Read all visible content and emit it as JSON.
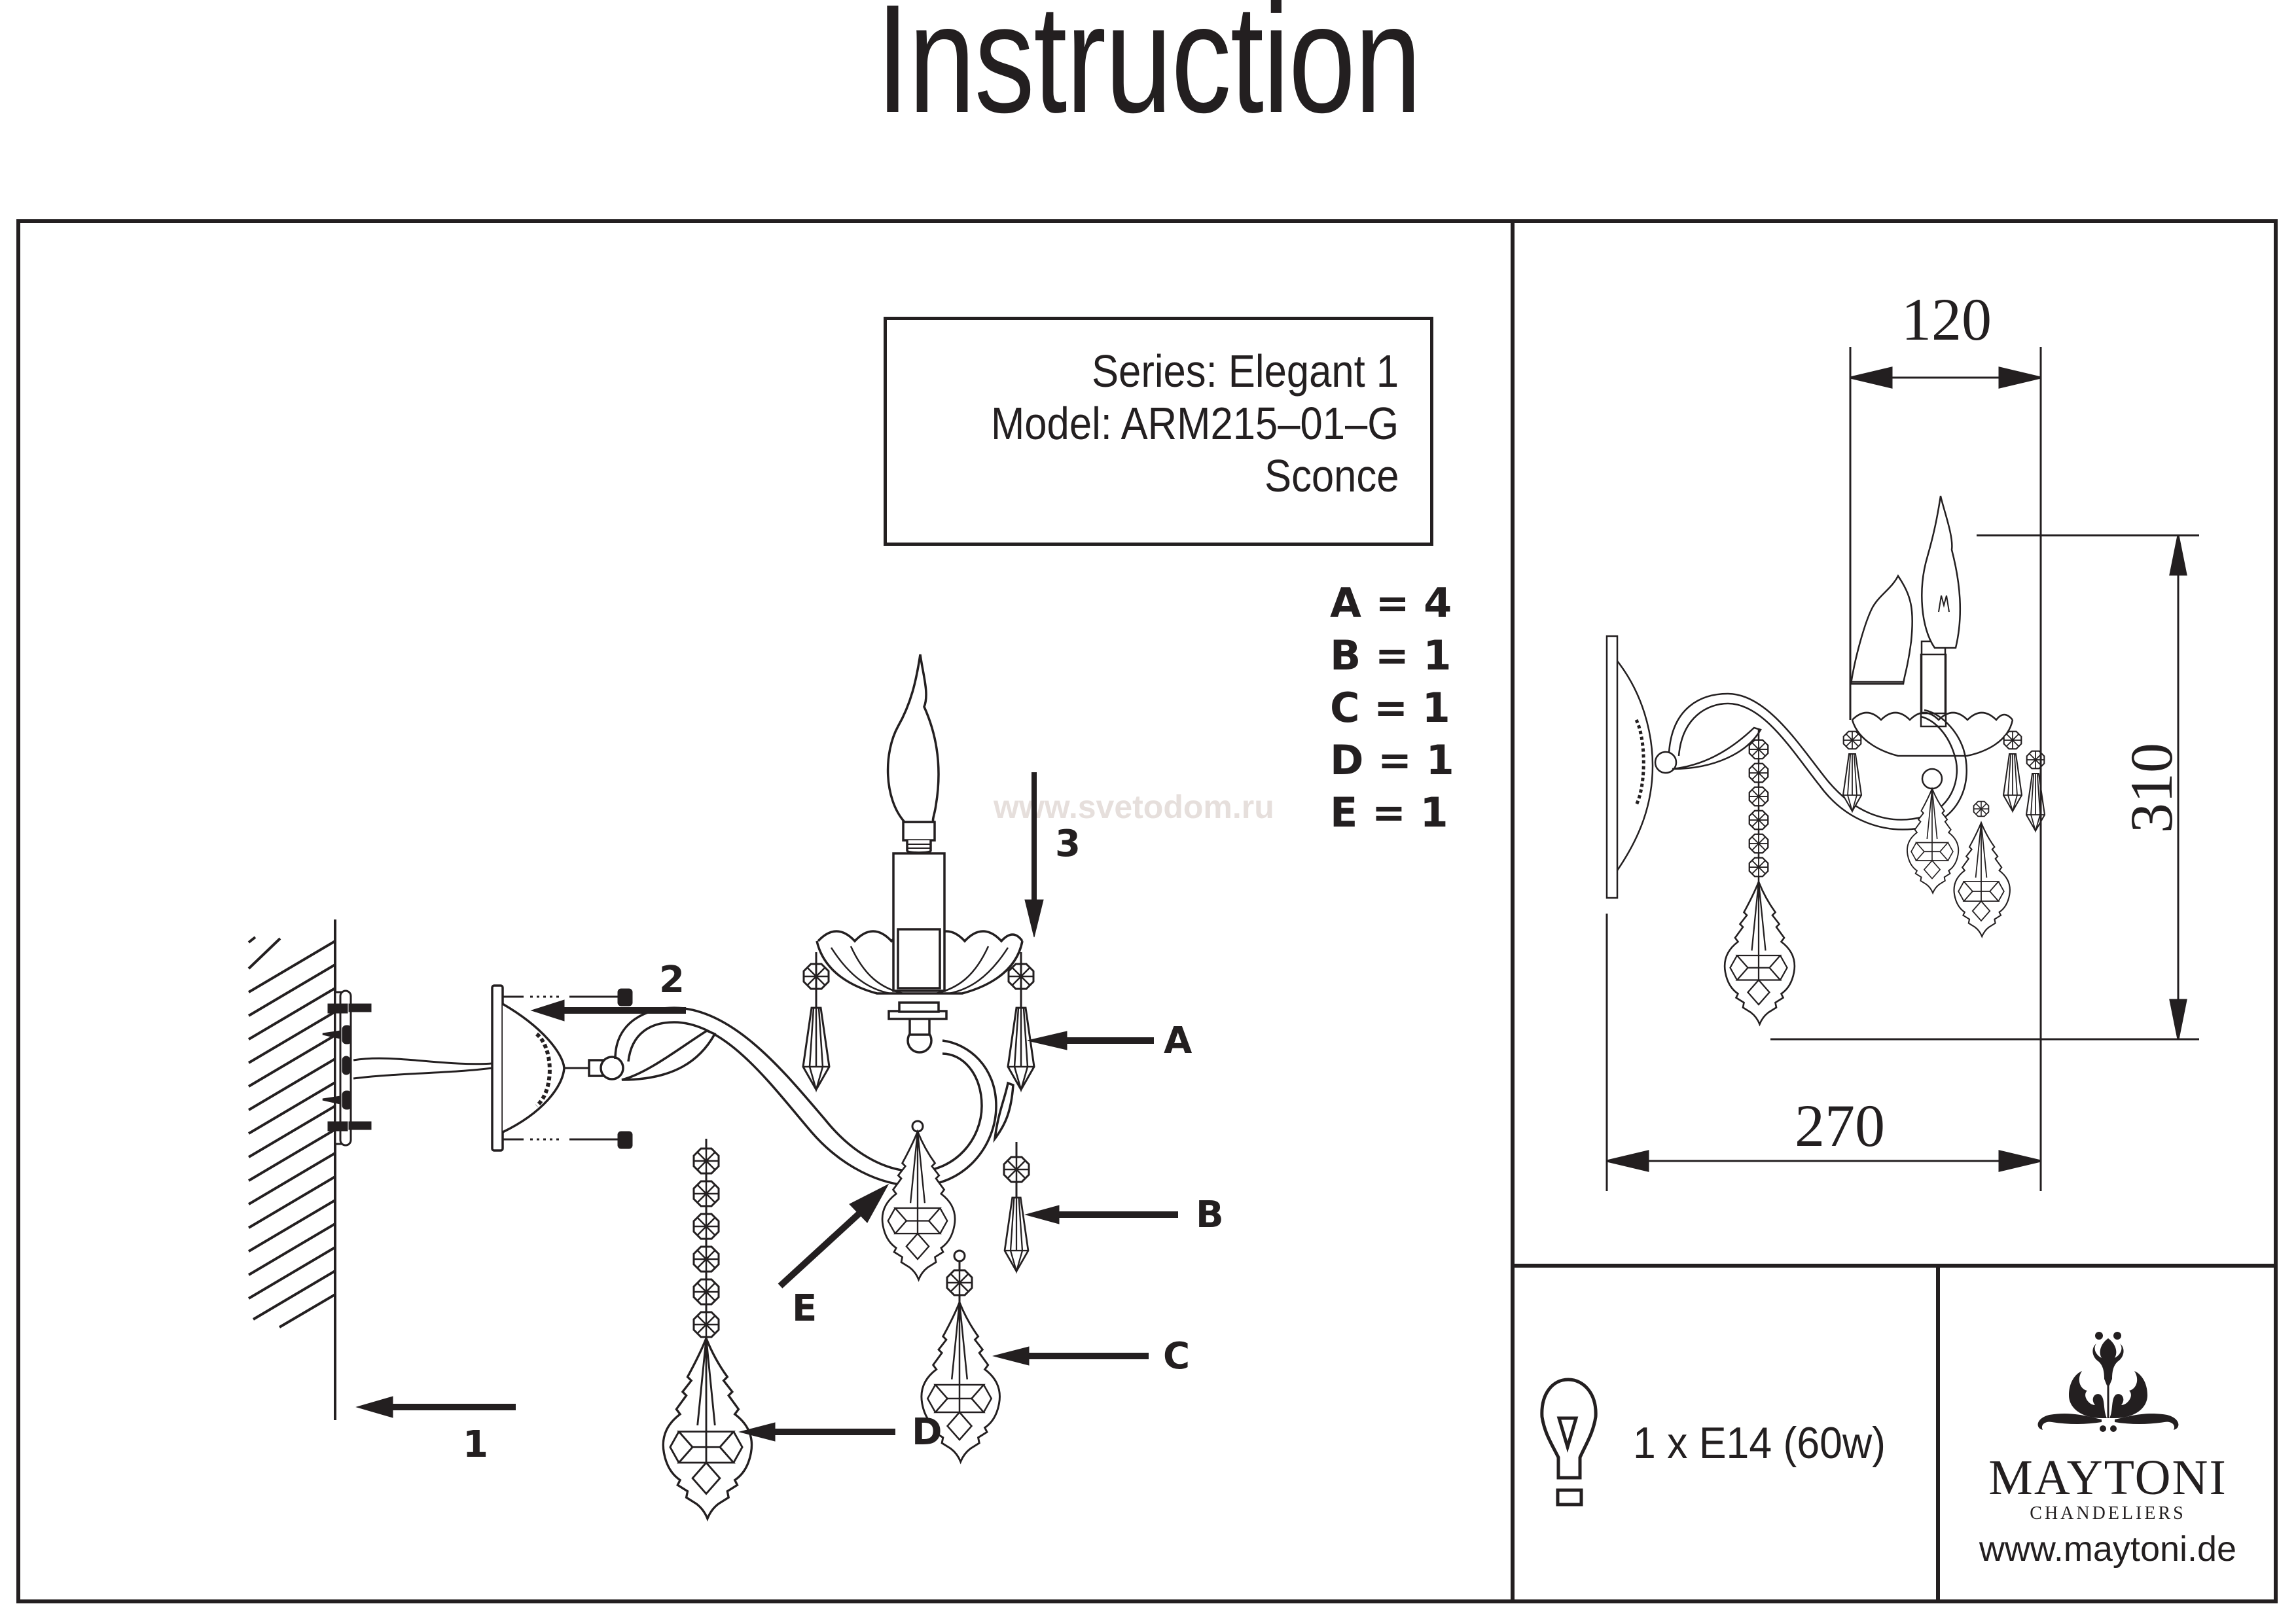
{
  "title": "Instruction",
  "watermark": "www.svetodom.ru",
  "product_info": {
    "series": "Series: Elegant 1",
    "model": "Model: ARM215–01–G",
    "type": "Sconce"
  },
  "parts_list": [
    {
      "part": "A",
      "text": "A = 4"
    },
    {
      "part": "B",
      "text": "B = 1"
    },
    {
      "part": "C",
      "text": "C = 1"
    },
    {
      "part": "D",
      "text": "D = 1"
    },
    {
      "part": "E",
      "text": "E = 1"
    }
  ],
  "assembly_steps": [
    "1",
    "2",
    "3"
  ],
  "callouts": [
    "A",
    "B",
    "C",
    "D",
    "E"
  ],
  "dimensions": {
    "width": "120",
    "height": "310",
    "depth": "270"
  },
  "bulb": {
    "icon": "light-bulb-icon",
    "spec": "1 x E14 (60w)"
  },
  "brand": {
    "logo_icon": "maytoni-ornament-logo",
    "name": "MAYTONI",
    "subtitle": "CHANDELIERS",
    "url": "www.maytoni.de"
  },
  "colors": {
    "ink": "#231f20",
    "watermark": "#e6dfdc",
    "background": "#ffffff"
  }
}
